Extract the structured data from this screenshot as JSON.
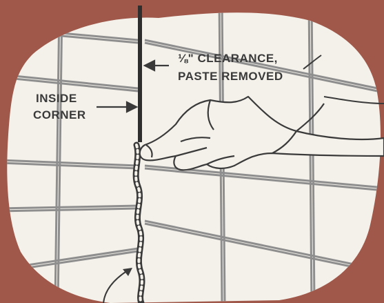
{
  "colors": {
    "background": "#a0584a",
    "panel": "#f4f1ea",
    "line": "#3a3a3a",
    "grout": "#8e8e8e"
  },
  "labels": {
    "inside_corner_line1": "INSIDE",
    "inside_corner_line2": "CORNER",
    "clearance_line1": "⅛\" CLEARANCE,",
    "clearance_line2": "PASTE REMOVED"
  }
}
